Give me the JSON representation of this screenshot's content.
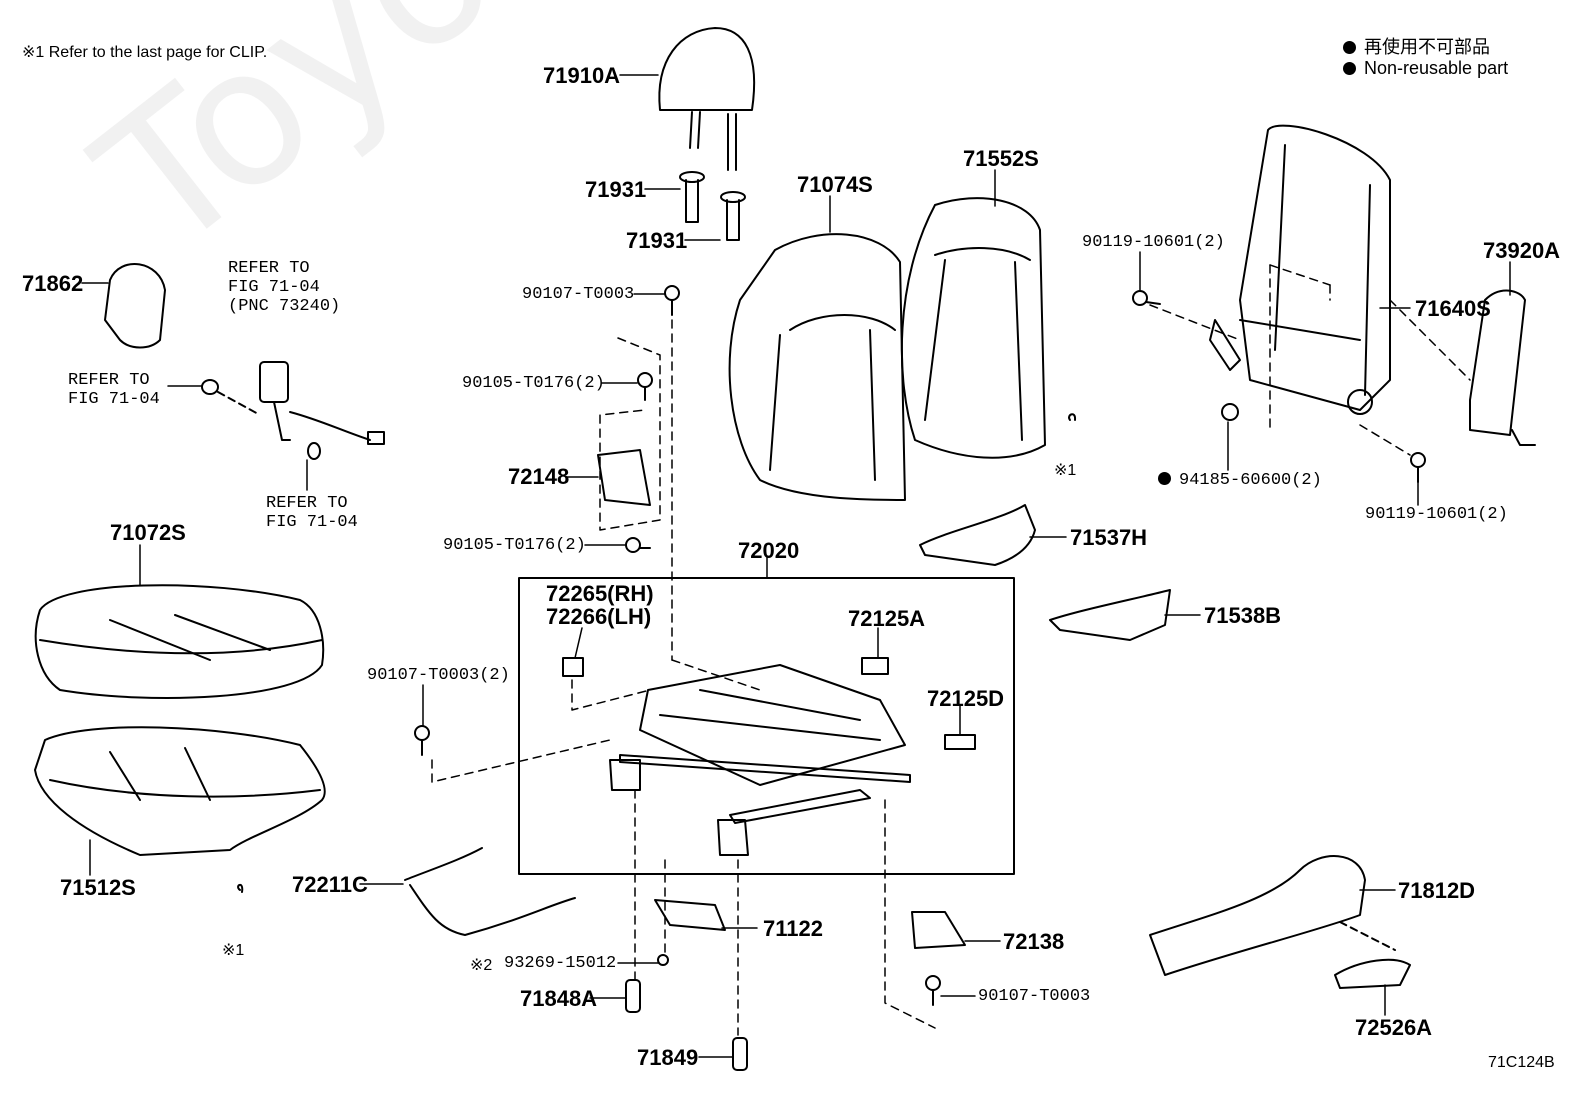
{
  "note_top": "※1 Refer to the last page for CLIP.",
  "legend": {
    "jp": "再使用不可部品",
    "en": "Non-reusable part"
  },
  "watermark": "ToyotaCarMine.ru",
  "figure_code": "71C124B",
  "refer": {
    "fig_pnc": [
      "REFER TO",
      "FIG 71-04",
      "(PNC 73240)"
    ],
    "left": [
      "REFER TO",
      "FIG 71-04"
    ],
    "bottom": [
      "REFER TO",
      "FIG 71-04"
    ]
  },
  "clip_marks": {
    "a": "※1",
    "b": "※1"
  },
  "parts": {
    "p71910A": "71910A",
    "p71931a": "71931",
    "p71931b": "71931",
    "p71074S": "71074S",
    "p71552S": "71552S",
    "p71862": "71862",
    "p90107_T0003_top": "90107-T0003",
    "p90105_T0176_a": "90105-T0176(2)",
    "p72148": "72148",
    "p90105_T0176_b": "90105-T0176(2)",
    "p90119_a": "90119-10601(2)",
    "p73920A": "73920A",
    "p71640S": "71640S",
    "p94185": "94185-60600(2)",
    "p90119_b": "90119-10601(2)",
    "p71537H": "71537H",
    "p71538B": "71538B",
    "p72020": "72020",
    "p72265": "72265(RH)",
    "p72266": "72266(LH)",
    "p72125A": "72125A",
    "p72125D": "72125D",
    "p71072S": "71072S",
    "p90107_T0003_2": "90107-T0003(2)",
    "p71512S": "71512S",
    "p72211C": "72211C",
    "p71122": "71122",
    "p93269_mark": "※2",
    "p93269": "93269-15012",
    "p71848A": "71848A",
    "p71849": "71849",
    "p72138": "72138",
    "p90107_T0003_bot": "90107-T0003",
    "p71812D": "71812D",
    "p72526A": "72526A"
  }
}
